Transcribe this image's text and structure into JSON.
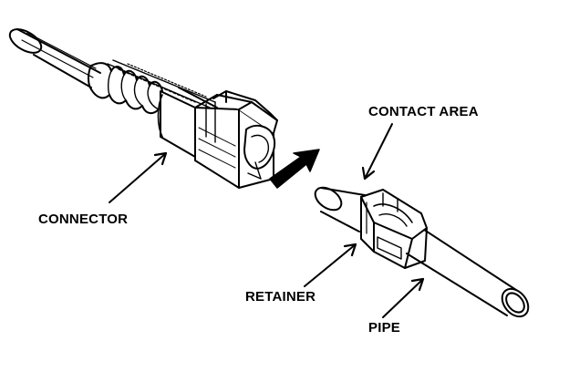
{
  "labels": {
    "connector": "CONNECTOR",
    "contact_area": "CONTACT AREA",
    "retainer": "RETAINER",
    "pipe": "PIPE"
  },
  "colors": {
    "ink": "#000000",
    "paper": "#ffffff"
  }
}
